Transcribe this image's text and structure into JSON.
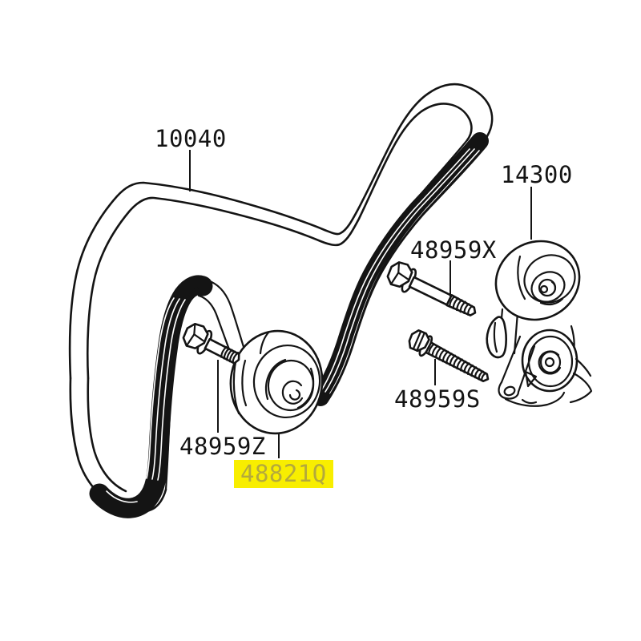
{
  "colors": {
    "background": "#ffffff",
    "line": "#141414",
    "highlight_bg": "#f8ee00",
    "highlight_text": "#b3a93c",
    "label_text": "#141414"
  },
  "labels": [
    {
      "part_no": "10040",
      "highlighted": false
    },
    {
      "part_no": "14300",
      "highlighted": false
    },
    {
      "part_no": "48959X",
      "highlighted": false
    },
    {
      "part_no": "48959S",
      "highlighted": false
    },
    {
      "part_no": "48959Z",
      "highlighted": false
    },
    {
      "part_no": "48821Q",
      "highlighted": true
    }
  ]
}
